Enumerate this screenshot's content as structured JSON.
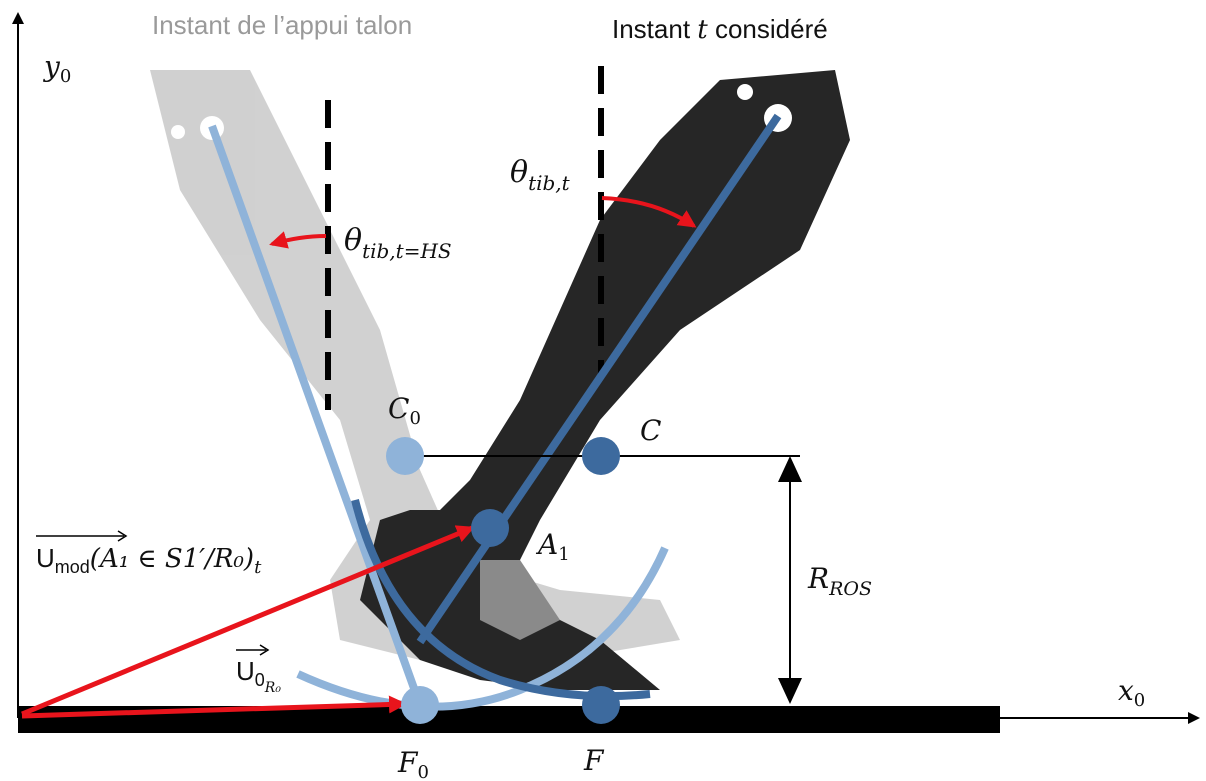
{
  "captions": {
    "heel_strike": "Instant de l’appui talon",
    "current_prefix": "Instant ",
    "current_var": "t",
    "current_suffix": " considéré"
  },
  "axes": {
    "x_label": "x",
    "x_sub": "0",
    "y_label": "y",
    "y_sub": "0"
  },
  "angles": {
    "theta_hs": {
      "symbol": "θ",
      "sub": "tib,t=HS"
    },
    "theta_t": {
      "symbol": "θ",
      "sub": "tib,t"
    }
  },
  "points": {
    "c0": {
      "label": "C",
      "sub": "0"
    },
    "c": {
      "label": "C",
      "sub": ""
    },
    "a1": {
      "label": "A",
      "sub": "1"
    },
    "f0": {
      "label": "F",
      "sub": "0"
    },
    "f": {
      "label": "F",
      "sub": ""
    }
  },
  "vectors": {
    "u_mod": {
      "name": "U",
      "sub": "mod",
      "expr": "(A₁ ∈ S1′/R₀)",
      "tail_sub": "t"
    },
    "u_0": {
      "name": "U",
      "sub": "0",
      "sub2": "R₀"
    }
  },
  "dimension": {
    "label": "R",
    "sub": "ROS"
  },
  "colors": {
    "light_blue": "#8fb3d9",
    "dark_blue": "#3d6a9e",
    "red": "#e8141c",
    "ground": "#000000"
  }
}
